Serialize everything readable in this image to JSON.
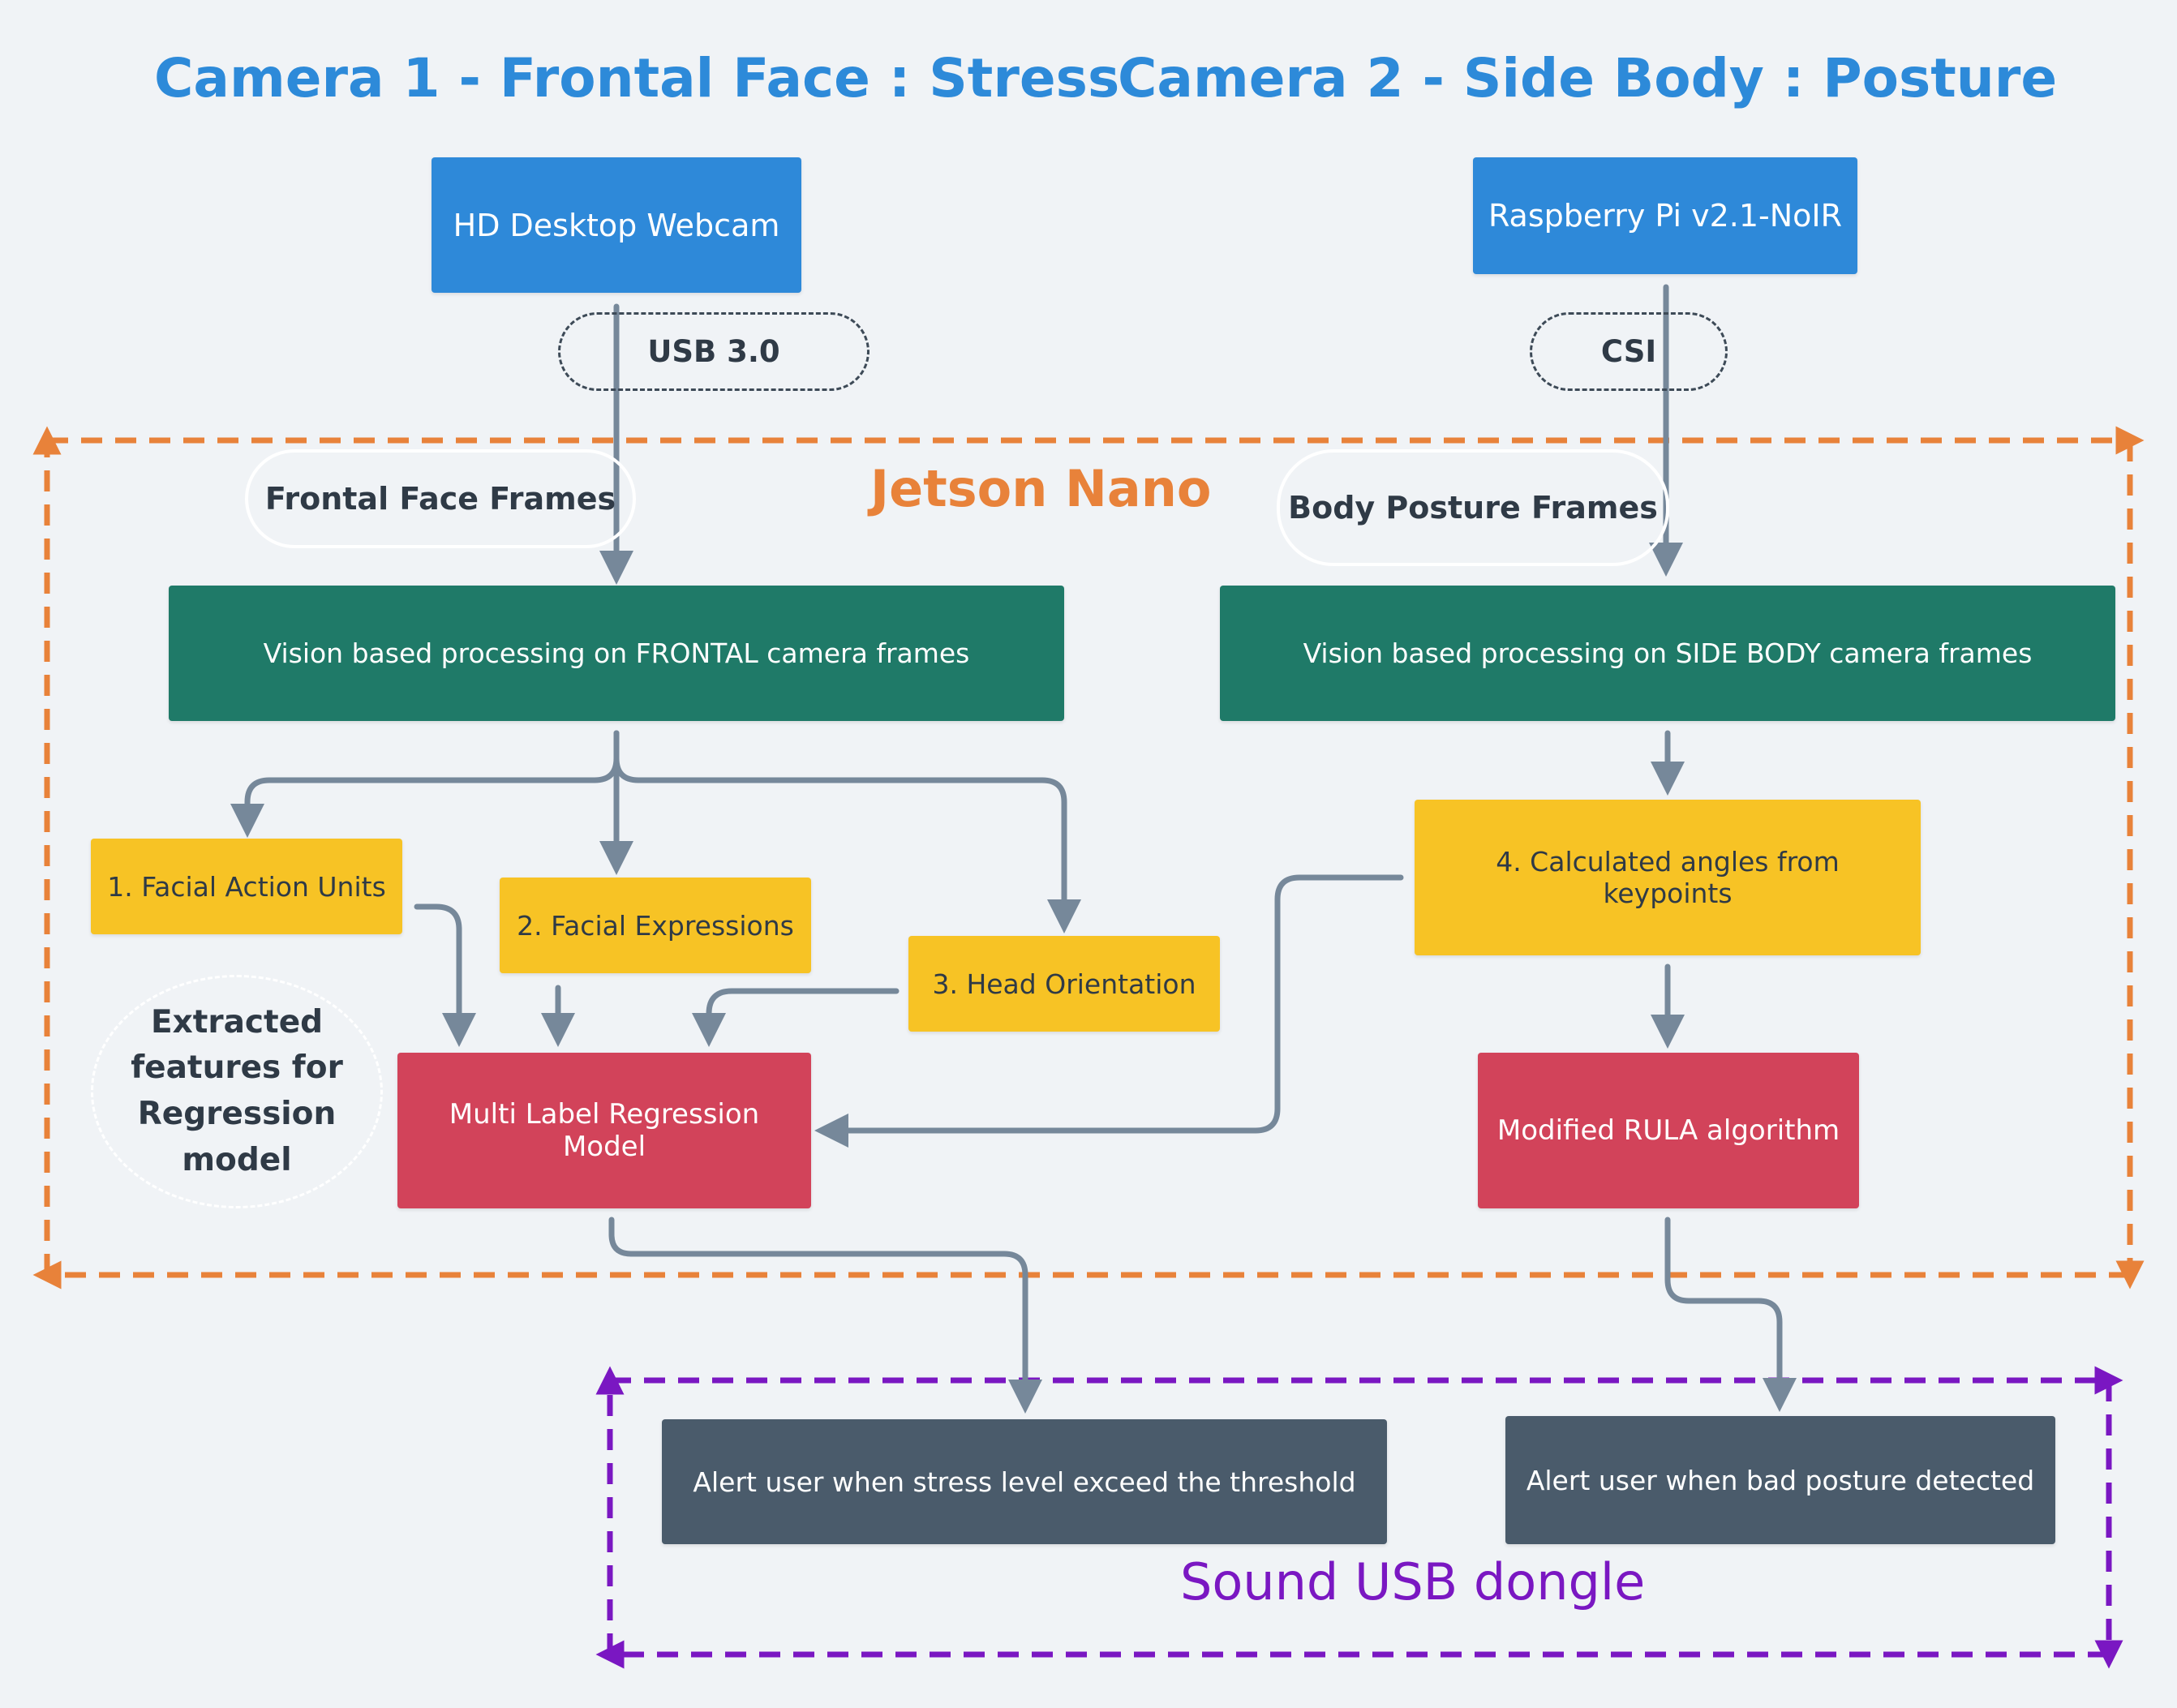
{
  "titles": {
    "camera1": "Camera 1 - Frontal Face : Stress",
    "camera2": "Camera 2 - Side Body : Posture"
  },
  "groups": {
    "jetson": {
      "label": "Jetson Nano",
      "color": "#e8823a"
    },
    "dongle": {
      "label": "Sound USB dongle",
      "color": "#7a17c2"
    }
  },
  "connections": {
    "usb": "USB 3.0",
    "csi": "CSI"
  },
  "frame_labels": {
    "frontal": "Frontal Face Frames",
    "body": "Body Posture Frames"
  },
  "nodes": {
    "webcam": "HD Desktop Webcam",
    "raspi": "Raspberry Pi v2.1-NoIR",
    "vision_frontal": "Vision based processing on FRONTAL camera frames",
    "vision_side": "Vision based processing on SIDE BODY camera frames",
    "facial_action_units": "1. Facial Action Units",
    "facial_expressions": "2. Facial Expressions",
    "head_orientation": "3. Head Orientation",
    "angles": "4. Calculated angles from keypoints",
    "regression_model": "Multi Label Regression Model",
    "rula": "Modified RULA algorithm",
    "alert_stress": "Alert user when stress level exceed the threshold",
    "alert_posture": "Alert user when bad posture detected"
  },
  "annotations": {
    "extracted_features": "Extracted features for Regression model"
  },
  "colors": {
    "camera": "#2e89d9",
    "processing": "#1f7a68",
    "feature": "#f7c325",
    "model": "#d2435a",
    "alert": "#4a5b6b",
    "connector": "#76889a"
  }
}
